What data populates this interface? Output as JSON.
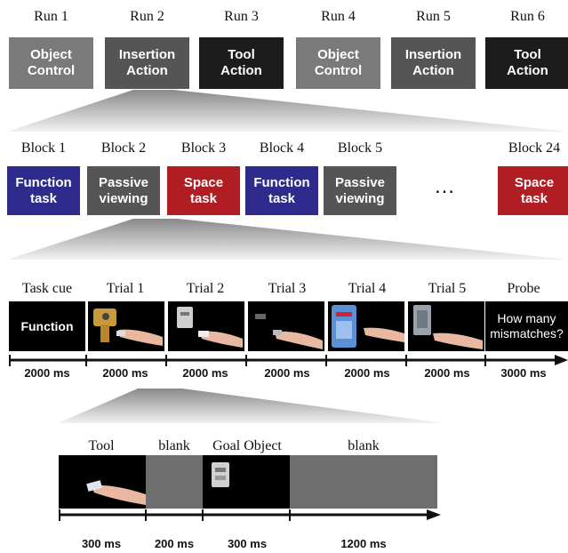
{
  "runs": [
    {
      "label": "Run 1",
      "text": "Object\nControl",
      "color": "#7a7a7a"
    },
    {
      "label": "Run 2",
      "text": "Insertion\nAction",
      "color": "#555555"
    },
    {
      "label": "Run 3",
      "text": "Tool\nAction",
      "color": "#1c1c1c"
    },
    {
      "label": "Run 4",
      "text": "Object\nControl",
      "color": "#7a7a7a"
    },
    {
      "label": "Run 5",
      "text": "Insertion\nAction",
      "color": "#555555"
    },
    {
      "label": "Run 6",
      "text": "Tool\nAction",
      "color": "#1c1c1c"
    }
  ],
  "blocks": [
    {
      "label": "Block 1",
      "text": "Function\ntask",
      "color": "#2e2b8c"
    },
    {
      "label": "Block 2",
      "text": "Passive\nviewing",
      "color": "#555555"
    },
    {
      "label": "Block 3",
      "text": "Space\ntask",
      "color": "#b01e23"
    },
    {
      "label": "Block 4",
      "text": "Function\ntask",
      "color": "#2e2b8c"
    },
    {
      "label": "Block 5",
      "text": "Passive\nviewing",
      "color": "#555555"
    },
    {
      "label": "Block 24",
      "text": "Space\ntask",
      "color": "#b01e23"
    }
  ],
  "ellipsis": "…",
  "trials": [
    {
      "label": "Task cue",
      "text": "Function",
      "duration": "2000 ms"
    },
    {
      "label": "Trial 1",
      "image": "stapler-hand-image",
      "duration": "2000 ms"
    },
    {
      "label": "Trial 2",
      "image": "outlet-hand-image",
      "duration": "2000 ms"
    },
    {
      "label": "Trial 3",
      "image": "small-object-hand-image",
      "duration": "2000 ms"
    },
    {
      "label": "Trial 4",
      "image": "blue-device-hand-image",
      "duration": "2000 ms"
    },
    {
      "label": "Trial 5",
      "image": "card-slot-hand-image",
      "duration": "2000 ms"
    },
    {
      "label": "Probe",
      "text": "How many\nmismatches?",
      "duration": "3000 ms"
    }
  ],
  "trial_detail": [
    {
      "label": "Tool",
      "image": "card-hand-image",
      "duration": "300 ms"
    },
    {
      "label": "blank",
      "duration": "200 ms"
    },
    {
      "label": "Goal Object",
      "image": "outlet-image",
      "duration": "300 ms"
    },
    {
      "label": "blank",
      "duration": "1200 ms"
    }
  ]
}
